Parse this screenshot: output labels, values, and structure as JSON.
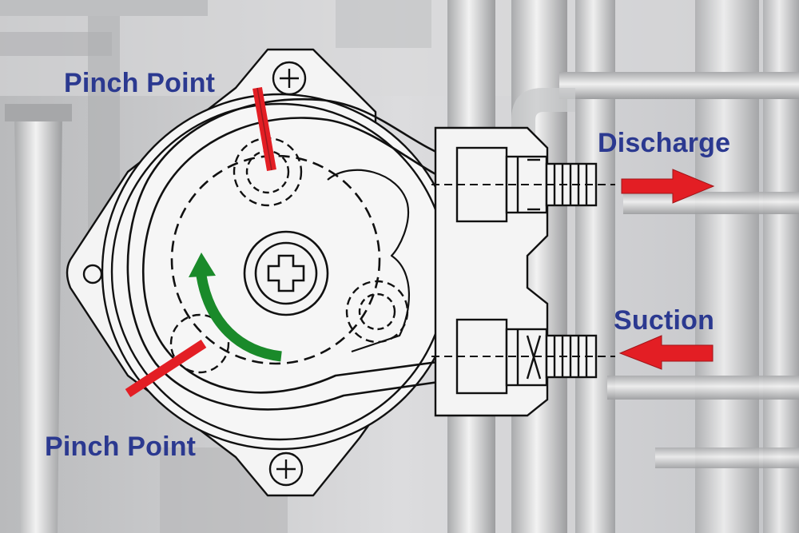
{
  "labels": {
    "pinch_point_top": "Pinch Point",
    "pinch_point_bottom": "Pinch Point",
    "discharge": "Discharge",
    "suction": "Suction"
  },
  "colors": {
    "label_text": "#2b3990",
    "arrow_red": "#e31e24",
    "rotation_green": "#1a8a2a",
    "line_drawing": "#111111",
    "pump_fill": "#f4f4f4"
  },
  "icons": {
    "background": "industrial-pipes-background",
    "rotation": "clockwise-rotation-arrow-icon",
    "flow": "flow-arrow-icon"
  }
}
